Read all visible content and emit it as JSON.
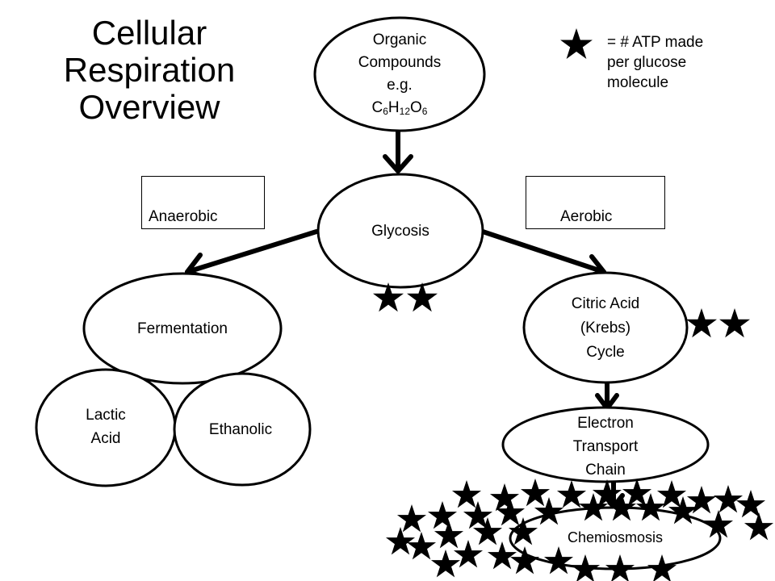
{
  "title_lines": [
    "Cellular",
    "Respiration",
    "Overview"
  ],
  "legend": {
    "icon": "star-icon",
    "lines": [
      "= # ATP made",
      "per glucose",
      "molecule"
    ]
  },
  "nodes": {
    "organic": {
      "lines": [
        "Organic",
        "Compounds",
        "e.g."
      ],
      "formula": {
        "c": "C",
        "c_sub": "6",
        "h": "H",
        "h_sub": "12",
        "o": "O",
        "o_sub": "6"
      }
    },
    "glycosis": {
      "lines": [
        "Glycosis"
      ]
    },
    "fermentation": {
      "lines": [
        "Fermentation"
      ]
    },
    "lactic": {
      "lines": [
        "Lactic",
        "Acid"
      ]
    },
    "ethanolic": {
      "lines": [
        "Ethanolic"
      ]
    },
    "krebs": {
      "lines": [
        "Citric Acid",
        "(Krebs)",
        "Cycle"
      ]
    },
    "etc": {
      "lines": [
        "Electron",
        "Transport",
        "Chain"
      ]
    },
    "chemiosmosis": {
      "lines": [
        "Chemiosmosis"
      ]
    }
  },
  "pathway_labels": {
    "anaerobic": "Anaerobic",
    "aerobic": "Aerobic"
  },
  "atp_stars": {
    "glycosis": 2,
    "krebs": 2,
    "chemiosmosis": 34
  },
  "colors": {
    "ink": "#000000",
    "background": "#ffffff"
  }
}
